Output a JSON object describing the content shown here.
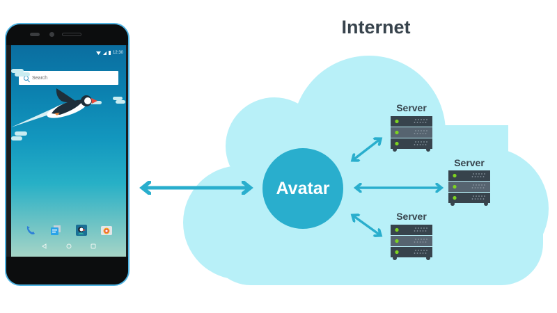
{
  "diagram": {
    "title": "Internet",
    "hub_label": "Avatar",
    "servers": [
      {
        "label": "Server"
      },
      {
        "label": "Server"
      },
      {
        "label": "Server"
      }
    ],
    "connections": [
      {
        "from": "phone",
        "to": "Avatar",
        "type": "bidirectional"
      },
      {
        "from": "Avatar",
        "to": "Server 1",
        "type": "bidirectional"
      },
      {
        "from": "Avatar",
        "to": "Server 2",
        "type": "bidirectional"
      },
      {
        "from": "Avatar",
        "to": "Server 3",
        "type": "bidirectional"
      }
    ]
  },
  "phone": {
    "status_time": "12:30",
    "search_placeholder": "Search",
    "dock_icons": [
      "phone-icon",
      "messages-icon",
      "puffin-browser-icon",
      "camera-icon"
    ],
    "nav_buttons": [
      "back",
      "home",
      "recents"
    ]
  },
  "colors": {
    "accent": "#29aecd",
    "cloud": "#b8f0f8",
    "title_text": "#37434c",
    "server_body": "#37434c",
    "server_light": "#7ed321"
  }
}
